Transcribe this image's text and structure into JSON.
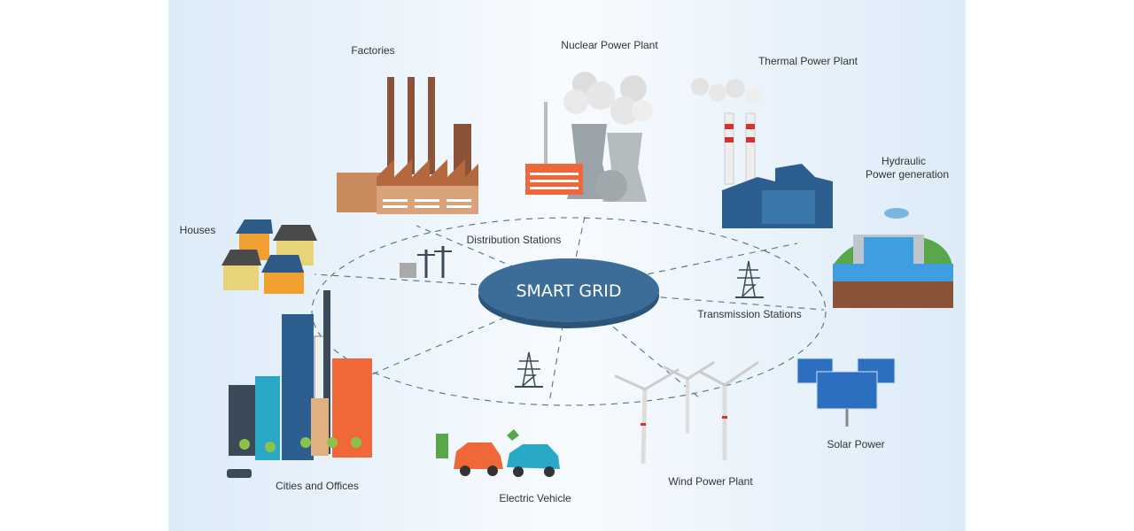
{
  "title": "SMART GRID",
  "labels": {
    "factories": "Factories",
    "nuclear": "Nuclear Power Plant",
    "thermal": "Thermal Power Plant",
    "hydraulic_1": "Hydraulic",
    "hydraulic_2": "Power generation",
    "houses": "Houses",
    "distribution": "Distribution Stations",
    "transmission": "Transmission Stations",
    "cities": "Cities and Offices",
    "ev": "Electric Vehicle",
    "wind": "Wind Power Plant",
    "solar": "Solar Power"
  },
  "colors": {
    "grid_blue": "#3c6d99",
    "factory_brown": "#8a5236",
    "building_blue": "#2c5f8f",
    "accent_orange": "#f0683a",
    "bg_light_blue": "#e3f0fb"
  }
}
